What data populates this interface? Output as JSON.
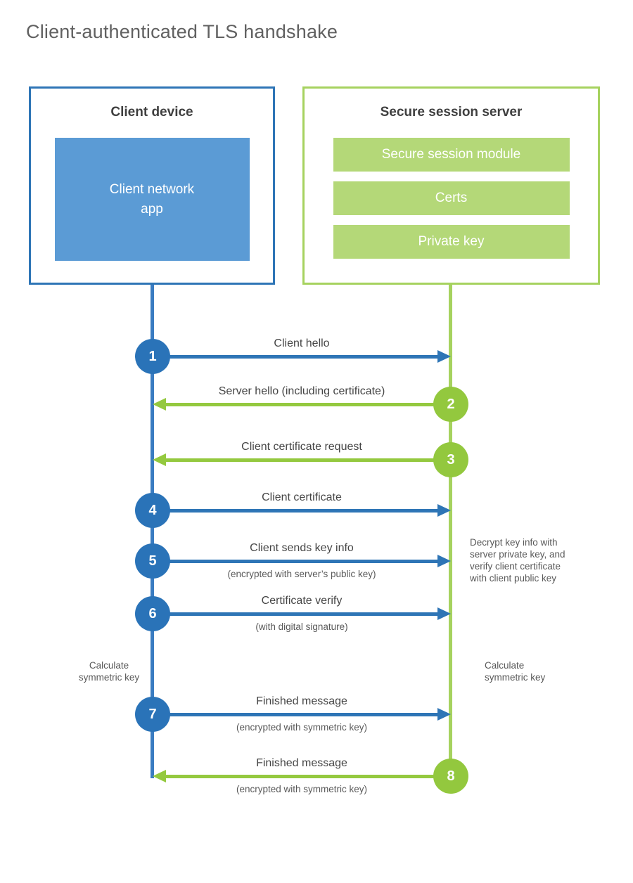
{
  "title": "Client-authenticated TLS handshake",
  "colors": {
    "blue_border": "#2e75b6",
    "blue_fill": "#5b9bd5",
    "blue_circle": "#2a73b8",
    "blue_lifeline": "#3a7cc1",
    "green_border": "#a6d25f",
    "green_fill": "#b4d878",
    "green_circle": "#93c83e",
    "green_arrow": "#94c93f",
    "text_dark": "#3f3f3f",
    "text_gray": "#595959"
  },
  "client_box": {
    "title": "Client device",
    "app_lines": [
      "Client network",
      "app"
    ]
  },
  "server_box": {
    "title": "Secure session server",
    "modules": [
      "Secure session module",
      "Certs",
      "Private key"
    ]
  },
  "rows": [
    {
      "num": "1",
      "direction": "right",
      "label": "Client hello",
      "sub": ""
    },
    {
      "num": "2",
      "direction": "left",
      "label": "Server hello (including certificate)",
      "sub": ""
    },
    {
      "num": "3",
      "direction": "left",
      "label": "Client certificate request",
      "sub": ""
    },
    {
      "num": "4",
      "direction": "right",
      "label": "Client certificate",
      "sub": ""
    },
    {
      "num": "5",
      "direction": "right",
      "label": "Client sends key info",
      "sub": "(encrypted with server’s public key)"
    },
    {
      "num": "6",
      "direction": "right",
      "label": "Certificate verify",
      "sub": "(with digital signature)"
    },
    {
      "num": "7",
      "direction": "right",
      "label": "Finished message",
      "sub": "(encrypted with symmetric key)"
    },
    {
      "num": "8",
      "direction": "left",
      "label": "Finished message",
      "sub": "(encrypted with symmetric key)"
    }
  ],
  "notes": {
    "decrypt": {
      "line1": "Decrypt key info with",
      "line2": "server private key, and",
      "line3": "verify client certificate",
      "line4": "with client public key"
    },
    "calc_left": {
      "line1": "Calculate",
      "line2": "symmetric key"
    },
    "calc_right": {
      "line1": "Calculate",
      "line2": "symmetric key"
    }
  }
}
